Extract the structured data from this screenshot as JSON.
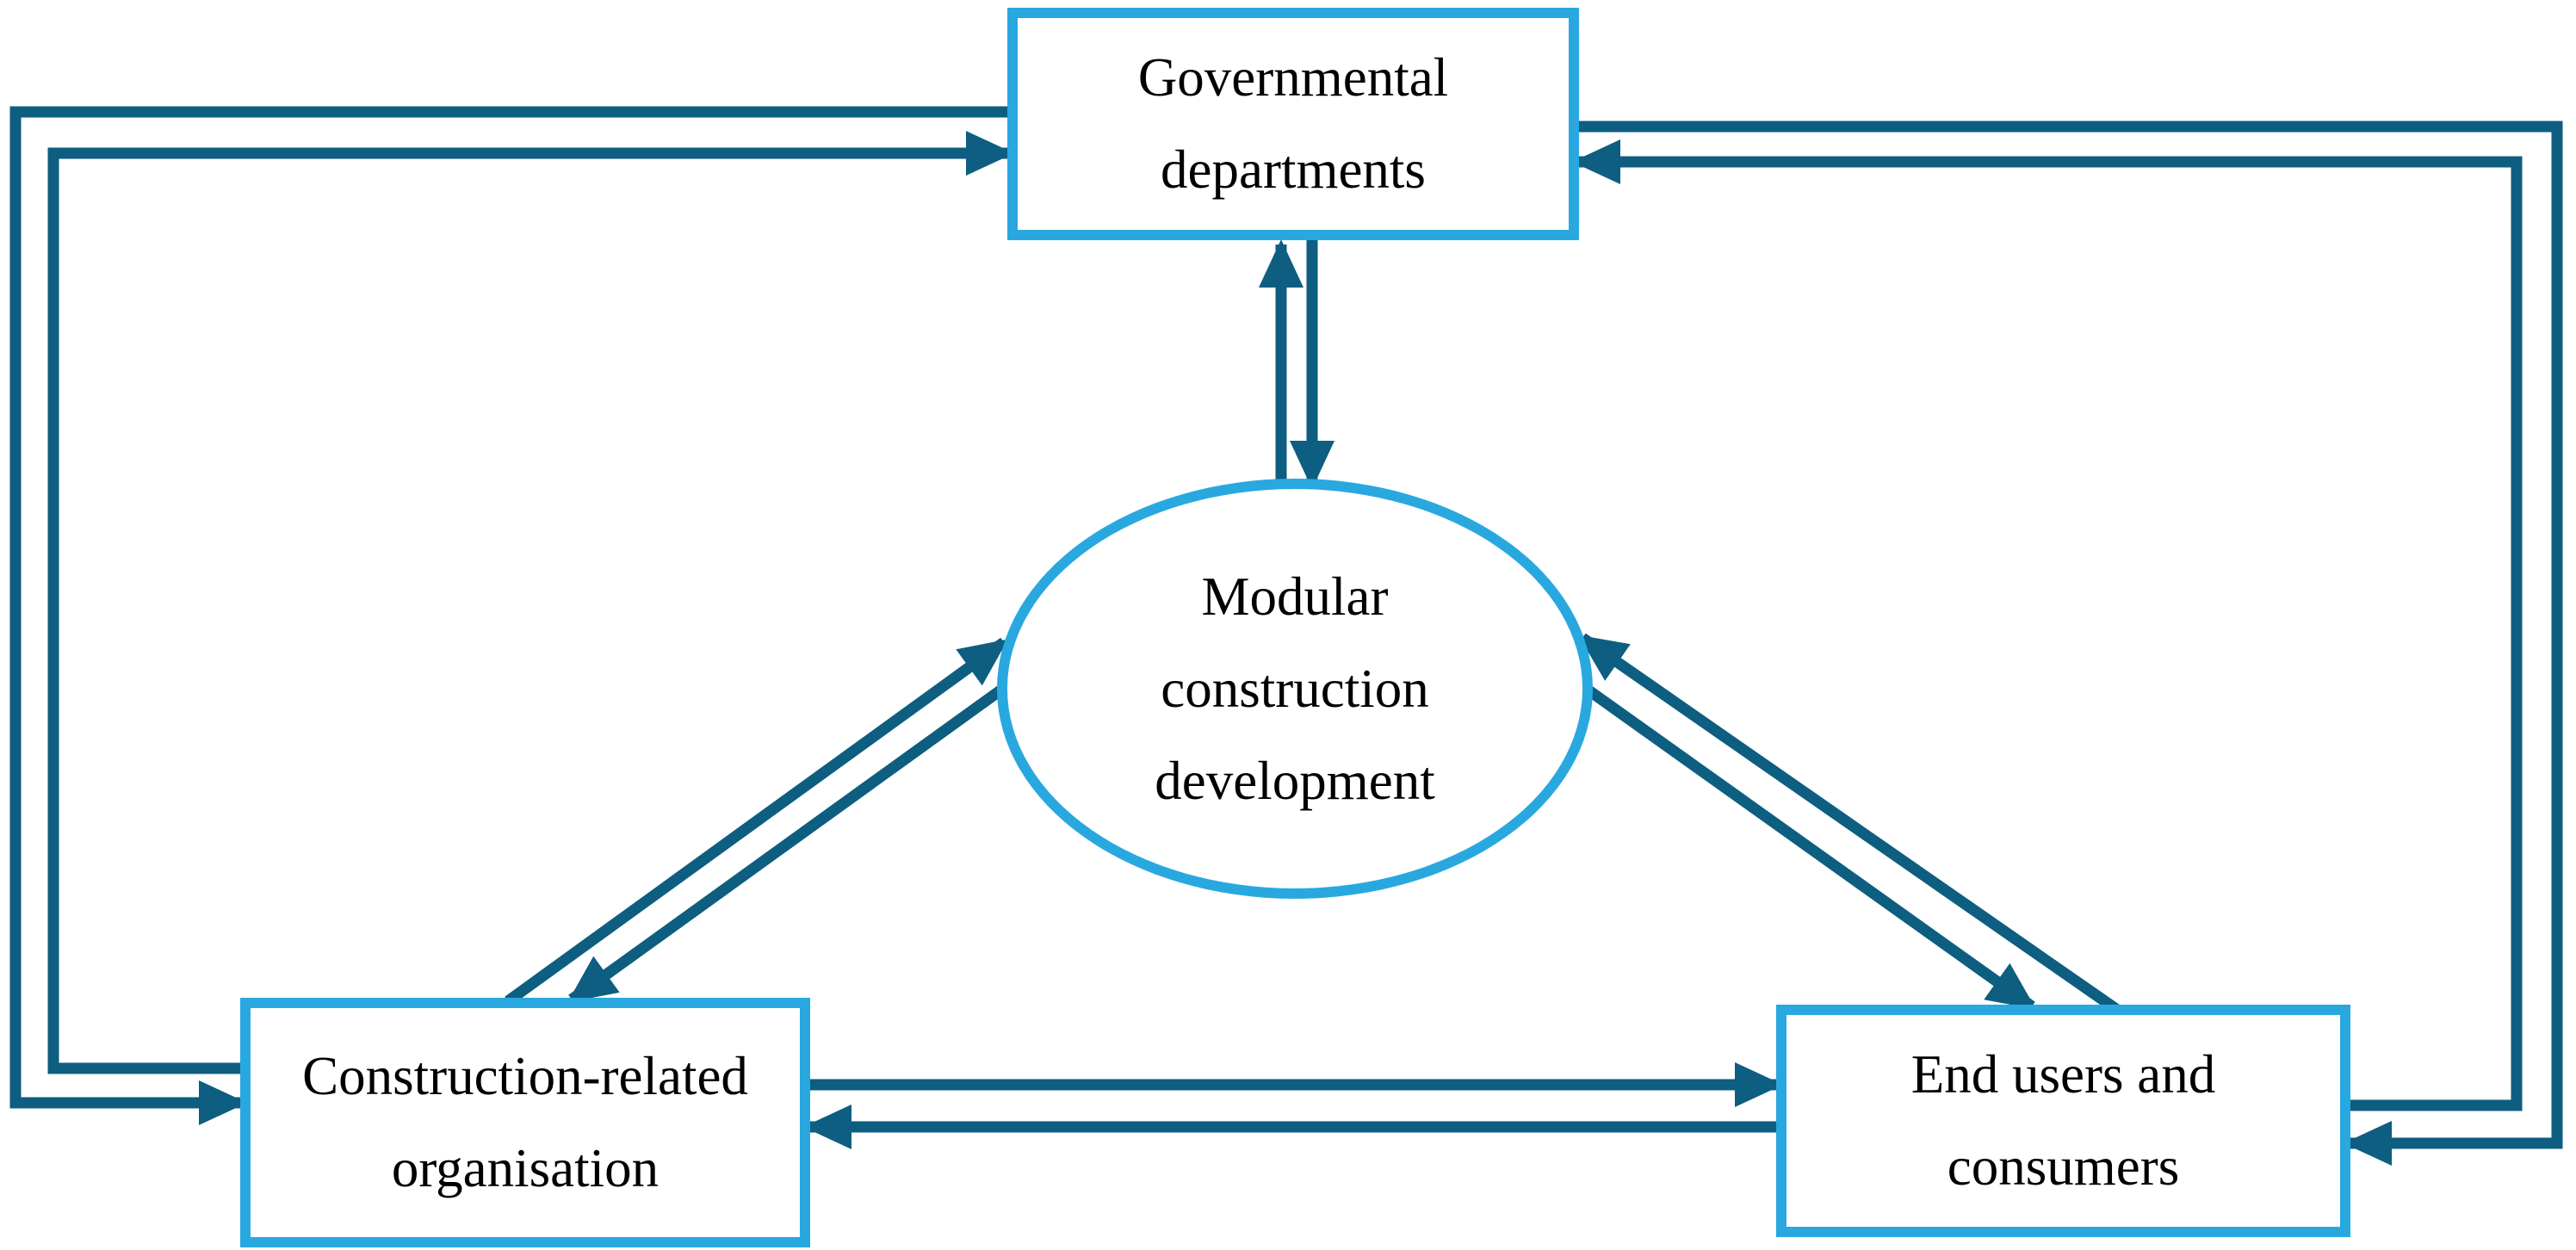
{
  "figure": {
    "title": "Modular construction development stakeholder interaction diagram",
    "colors": {
      "node_border": "#29a8e0",
      "arrow": "#0d5e80",
      "text": "#000000",
      "background": "#ffffff"
    },
    "nodes": {
      "governmental": {
        "shape": "rectangle",
        "line1": "Governmental",
        "line2": "departments"
      },
      "modular": {
        "shape": "ellipse",
        "line1": "Modular",
        "line2": "construction",
        "line3": "development"
      },
      "organisation": {
        "shape": "rectangle",
        "line1": "Construction-related",
        "line2": "organisation"
      },
      "endusers": {
        "shape": "rectangle",
        "line1": "End users and",
        "line2": "consumers"
      }
    },
    "edges": [
      {
        "from": "modular",
        "to": "governmental",
        "style": "straight-vertical"
      },
      {
        "from": "governmental",
        "to": "modular",
        "style": "straight-vertical"
      },
      {
        "from": "organisation",
        "to": "modular",
        "style": "straight-diagonal"
      },
      {
        "from": "modular",
        "to": "organisation",
        "style": "straight-diagonal"
      },
      {
        "from": "endusers",
        "to": "modular",
        "style": "straight-diagonal"
      },
      {
        "from": "modular",
        "to": "endusers",
        "style": "straight-diagonal"
      },
      {
        "from": "governmental",
        "to": "organisation",
        "style": "elbow-left-outer"
      },
      {
        "from": "organisation",
        "to": "governmental",
        "style": "elbow-left-inner"
      },
      {
        "from": "governmental",
        "to": "endusers",
        "style": "elbow-right-outer"
      },
      {
        "from": "endusers",
        "to": "governmental",
        "style": "elbow-right-inner"
      },
      {
        "from": "organisation",
        "to": "endusers",
        "style": "straight-horizontal"
      },
      {
        "from": "endusers",
        "to": "organisation",
        "style": "straight-horizontal"
      }
    ]
  }
}
